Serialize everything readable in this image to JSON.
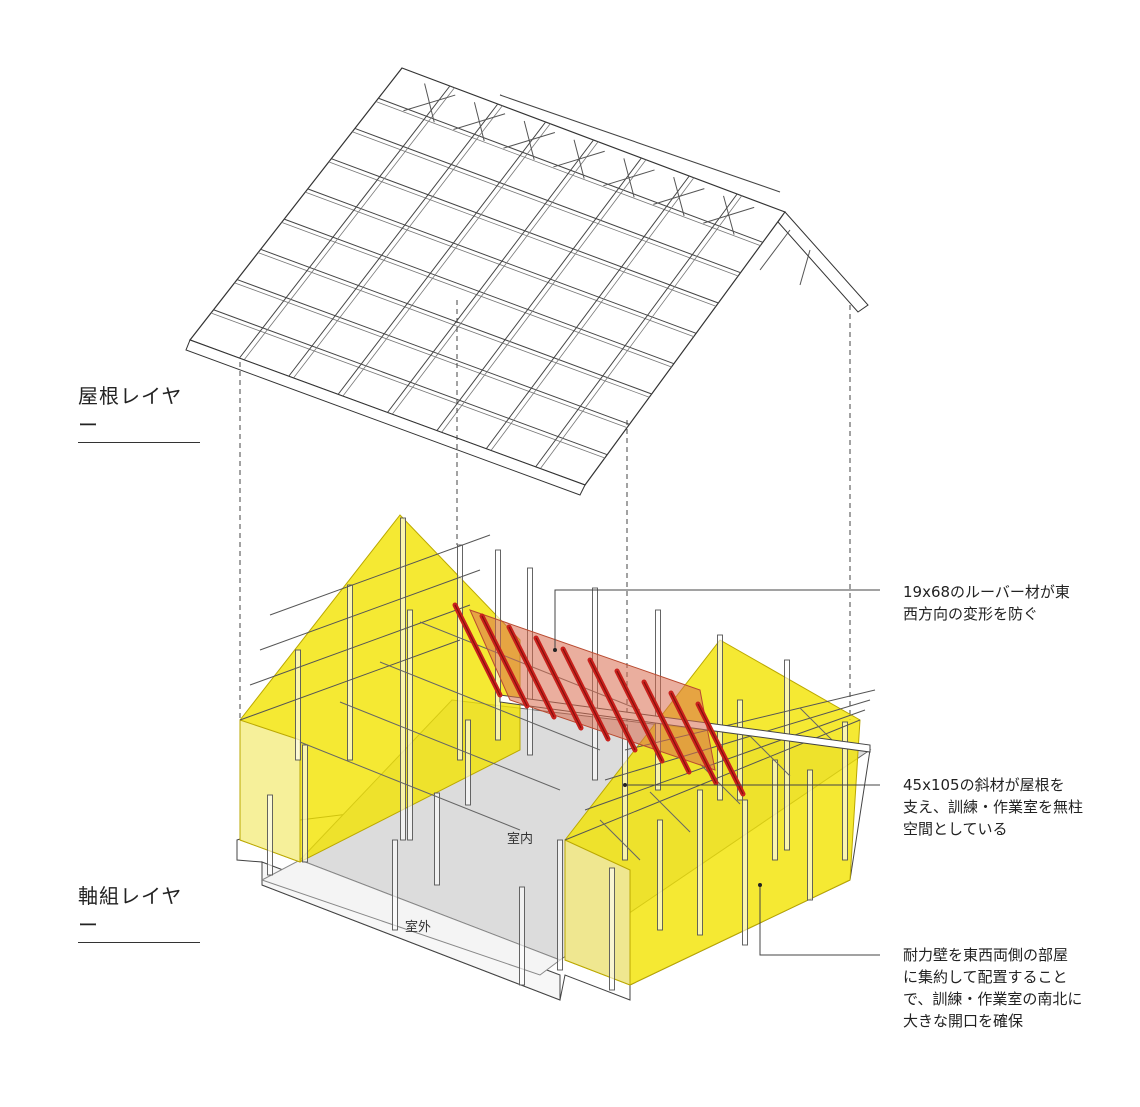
{
  "layers": {
    "roof": "屋根レイヤー",
    "frame": "軸組レイヤー"
  },
  "rooms": {
    "indoor": "室内",
    "outdoor": "室外"
  },
  "annotations": [
    {
      "lines": [
        "19x68のルーバー材が東",
        "西方向の変形を防ぐ"
      ]
    },
    {
      "lines": [
        "45x105の斜材が屋根を",
        "支え、訓練・作業室を無柱",
        "空間としている"
      ]
    },
    {
      "lines": [
        "耐力壁を東西両側の部屋",
        "に集約して配置すること",
        "で、訓練・作業室の南北に",
        "大きな開口を確保"
      ]
    }
  ],
  "colors": {
    "wall_yellow": "#f2e400",
    "brace_red": "#c8201c",
    "floor_gray": "#dcdcdc",
    "line": "#555555"
  }
}
